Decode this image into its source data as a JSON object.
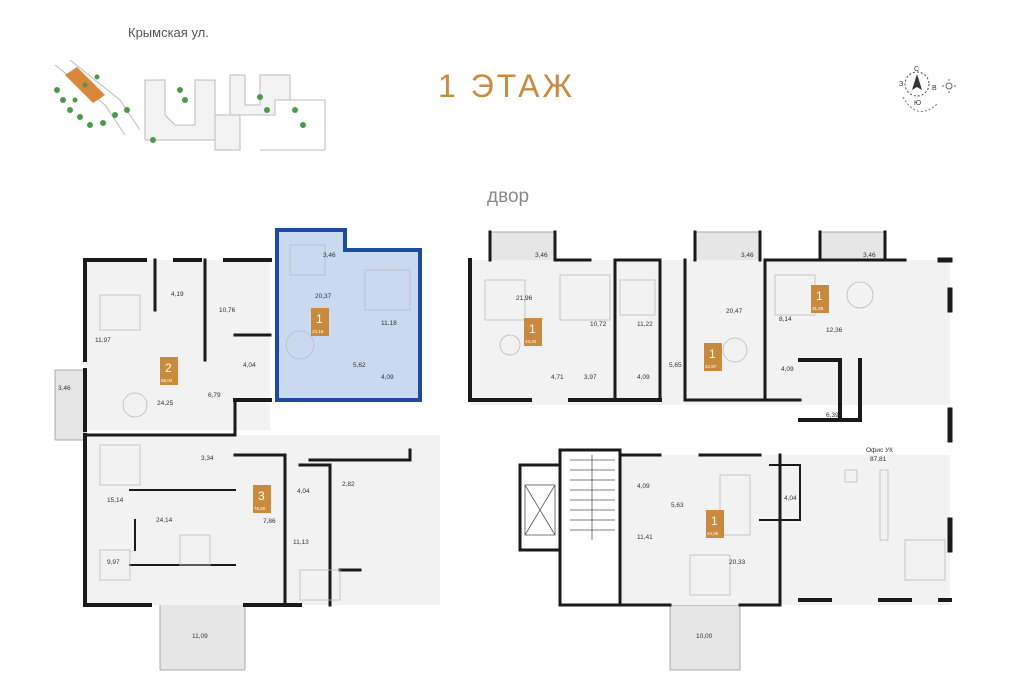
{
  "header": {
    "street": "Крымская ул.",
    "floor_title": "1 ЭТАЖ",
    "yard_label": "двор"
  },
  "compass": {
    "north": "С",
    "west": "З",
    "east": "В",
    "south": "Ю"
  },
  "colors": {
    "accent": "#c98a3e",
    "selected_outline": "#1e4aa0",
    "selected_fill": "#c9d9ef",
    "wall": "#1a1a1a",
    "terrace": "#e6e6e6"
  },
  "apartments": [
    {
      "id": "apt-a",
      "rooms": "2",
      "total": "65,04",
      "labels": [
        "4,19",
        "10,76",
        "11,97",
        "24,25",
        "6,79",
        "4,04"
      ]
    },
    {
      "id": "apt-b",
      "rooms": "1",
      "total": "42,16",
      "labels": [
        "3,46",
        "20,37",
        "11,18",
        "5,62",
        "4,09"
      ]
    },
    {
      "id": "apt-c",
      "rooms": "1",
      "total": "43,40",
      "labels": [
        "3,46",
        "21,96",
        "10,72",
        "4,71",
        "3,97"
      ]
    },
    {
      "id": "apt-d",
      "rooms": "1",
      "total": "42,87",
      "labels": [
        "3,46",
        "11,22",
        "20,47",
        "4,09",
        "5,65"
      ]
    },
    {
      "id": "apt-e",
      "rooms": "1",
      "total": "31,86",
      "labels": [
        "3,46",
        "8,14",
        "12,36",
        "4,09",
        "6,39"
      ]
    },
    {
      "id": "apt-f",
      "rooms": "3",
      "total": "76,90",
      "labels": [
        "3,34",
        "15,14",
        "24,14",
        "9,97",
        "7,86",
        "4,04",
        "2,82",
        "11,13",
        "11,09"
      ]
    },
    {
      "id": "apt-g",
      "rooms": "1",
      "total": "44,86",
      "labels": [
        "4,09",
        "5,63",
        "11,41",
        "20,33",
        "10,00",
        "4,04"
      ]
    }
  ],
  "terrace_left": "3,46",
  "office": {
    "name": "Офис УК",
    "area": "87,81"
  }
}
